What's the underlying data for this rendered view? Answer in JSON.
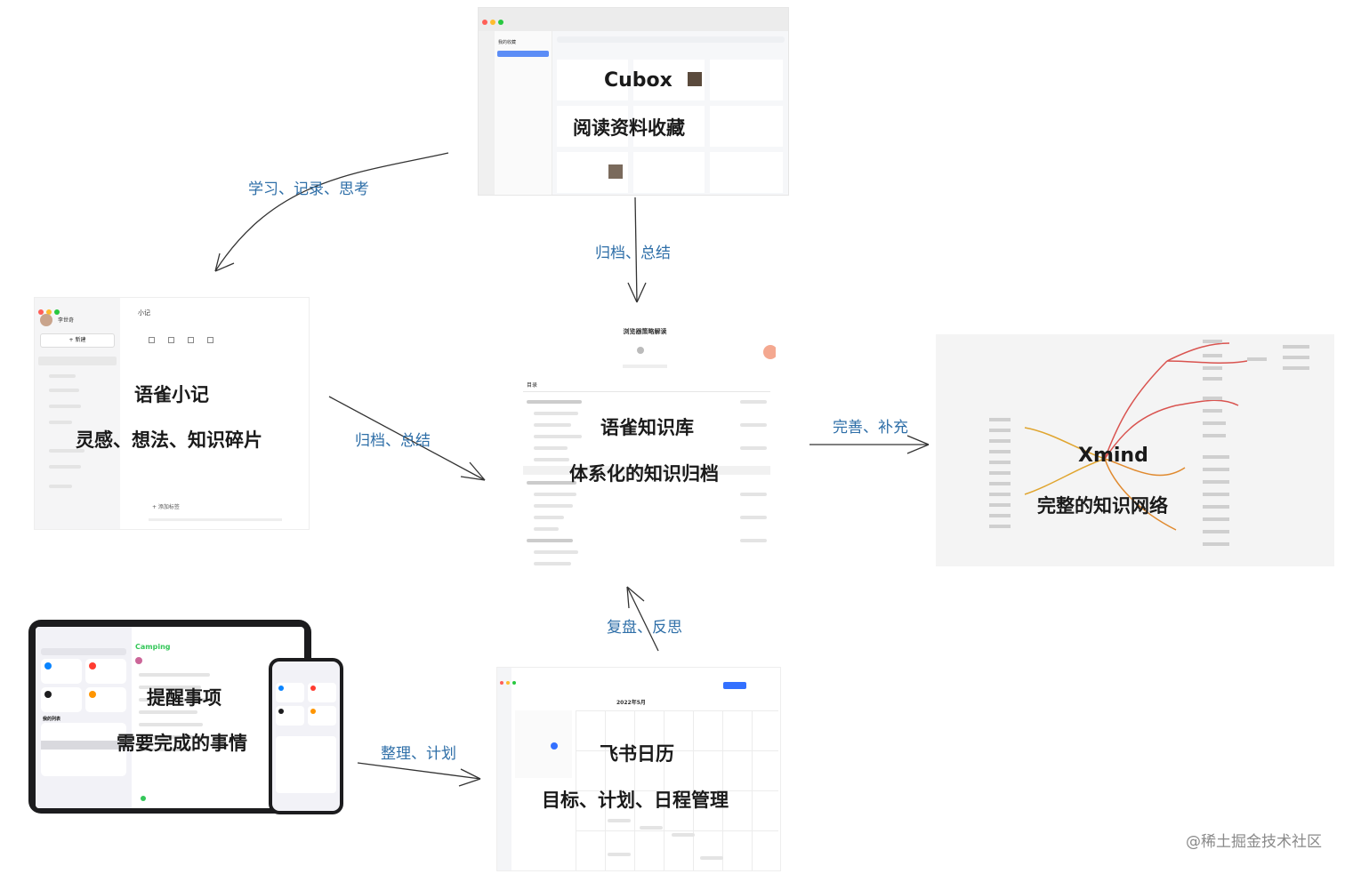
{
  "nodes": {
    "cubox": {
      "title": "Cubox",
      "subtitle": "阅读资料收藏"
    },
    "yuque_note": {
      "title": "语雀小记",
      "subtitle": "灵感、想法、知识碎片"
    },
    "yuque_kb": {
      "title": "语雀知识库",
      "subtitle": "体系化的知识归档"
    },
    "xmind": {
      "title": "Xmind",
      "subtitle": "完整的知识网络"
    },
    "reminders": {
      "title": "提醒事项",
      "subtitle": "需要完成的事情"
    },
    "calendar": {
      "title": "飞书日历",
      "subtitle": "目标、计划、日程管理"
    }
  },
  "screens": {
    "cubox": {
      "sidebar_header": "我的收藏"
    },
    "yuque_note": {
      "user": "李世奇",
      "new_button": "+ 新建",
      "header": "小记",
      "add_tag": "+ 添加标签"
    },
    "yuque_kb": {
      "doc_title": "浏览器策略解读",
      "tab_catalog": "目录"
    },
    "reminders": {
      "list_name": "Camping",
      "my_lists": "我的列表"
    },
    "calendar": {
      "month": "2022年5月"
    }
  },
  "edges": {
    "cubox_to_note": "学习、记录、思考",
    "cubox_to_kb": "归档、总结",
    "note_to_kb": "归档、总结",
    "kb_to_xmind": "完善、补充",
    "calendar_to_kb": "复盘、反思",
    "reminders_to_calendar": "整理、计划"
  },
  "watermark": "@稀土掘金技术社区",
  "colors": {
    "edge_label": "#2f6fa8",
    "arrow": "#333333"
  }
}
